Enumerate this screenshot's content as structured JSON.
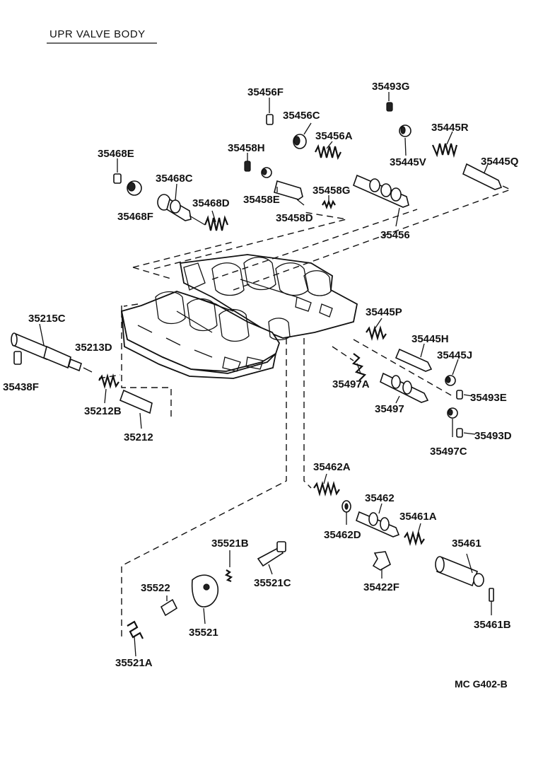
{
  "title": "UPR VALVE BODY",
  "code": "MC G402-B",
  "labels": {
    "p35456F": "35456F",
    "p35493G": "35493G",
    "p35456C": "35456C",
    "p35445R": "35445R",
    "p35456A": "35456A",
    "p35458H": "35458H",
    "p35468E": "35468E",
    "p35445V": "35445V",
    "p35445Q": "35445Q",
    "p35468C": "35468C",
    "p35458G": "35458G",
    "p35458E": "35458E",
    "p35468D": "35468D",
    "p35468F": "35468F",
    "p35458D": "35458D",
    "p35456": "35456",
    "p35215C": "35215C",
    "p35445P": "35445P",
    "p35213D": "35213D",
    "p35445H": "35445H",
    "p35445J": "35445J",
    "p35438F": "35438F",
    "p35497A": "35497A",
    "p35212B": "35212B",
    "p35493E": "35493E",
    "p35497": "35497",
    "p35212": "35212",
    "p35493D": "35493D",
    "p35497C": "35497C",
    "p35462A": "35462A",
    "p35462": "35462",
    "p35461A": "35461A",
    "p35462D": "35462D",
    "p35521B": "35521B",
    "p35461": "35461",
    "p35521C": "35521C",
    "p35522": "35522",
    "p35422F": "35422F",
    "p35521": "35521",
    "p35461B": "35461B",
    "p35521A": "35521A"
  }
}
